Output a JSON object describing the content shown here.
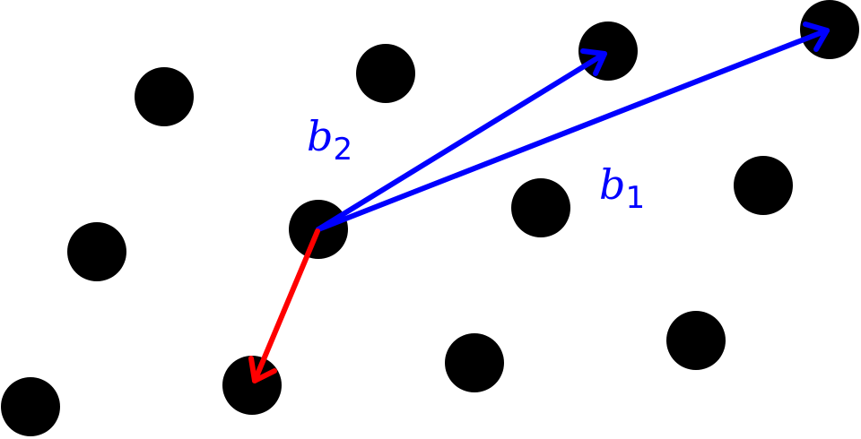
{
  "labels": {
    "b1": "b",
    "b1_sub": "1",
    "b2": "b",
    "b2_sub": "2"
  },
  "colors": {
    "point": "#000000",
    "basis": "#0000ff",
    "short_vector": "#ff0000"
  }
}
